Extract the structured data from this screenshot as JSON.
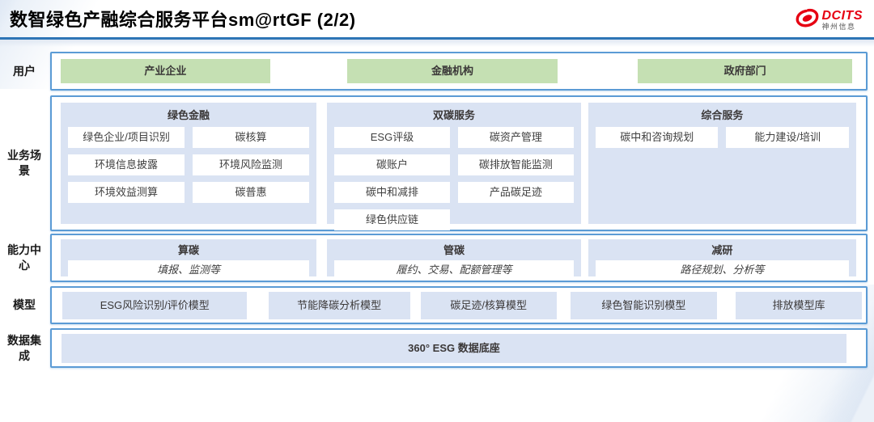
{
  "header": {
    "title": "数智绿色产融综合服务平台sm@rtGF (2/2)",
    "logo_brand": "DCITS",
    "logo_company": "神州信息"
  },
  "rows": {
    "users": {
      "label": "用户",
      "items": [
        "产业企业",
        "金融机构",
        "政府部门"
      ]
    },
    "scenarios": {
      "label": "业务场景",
      "groups": [
        {
          "title": "绿色金融",
          "items": [
            "绿色企业/项目识别",
            "碳核算",
            "环境信息披露",
            "环境风险监测",
            "环境效益测算",
            "碳普惠"
          ]
        },
        {
          "title": "双碳服务",
          "items": [
            "ESG评级",
            "碳资产管理",
            "碳账户",
            "碳排放智能监测",
            "碳中和减排",
            "产品碳足迹",
            "绿色供应链"
          ]
        },
        {
          "title": "综合服务",
          "items": [
            "碳中和咨询规划",
            "能力建设/培训"
          ]
        }
      ]
    },
    "capability": {
      "label": "能力中心",
      "groups": [
        {
          "title": "算碳",
          "desc": "填报、监测等"
        },
        {
          "title": "管碳",
          "desc": "履约、交易、配额管理等"
        },
        {
          "title": "减研",
          "desc": "路径规划、分析等"
        }
      ]
    },
    "models": {
      "label": "模型",
      "items": [
        "ESG风险识别/评价模型",
        "节能降碳分析模型",
        "碳足迹/核算模型",
        "绿色智能识别模型",
        "排放模型库"
      ]
    },
    "data_integration": {
      "label": "数据集成",
      "item": "360° ESG 数据底座"
    }
  },
  "colors": {
    "accent_border_blue": "#5b9bd5",
    "title_rule_blue": "#2e75b6",
    "panel_light_blue": "#dae3f3",
    "user_green": "#c5e0b3",
    "brand_red": "#e60012",
    "text_dark": "#404040"
  }
}
